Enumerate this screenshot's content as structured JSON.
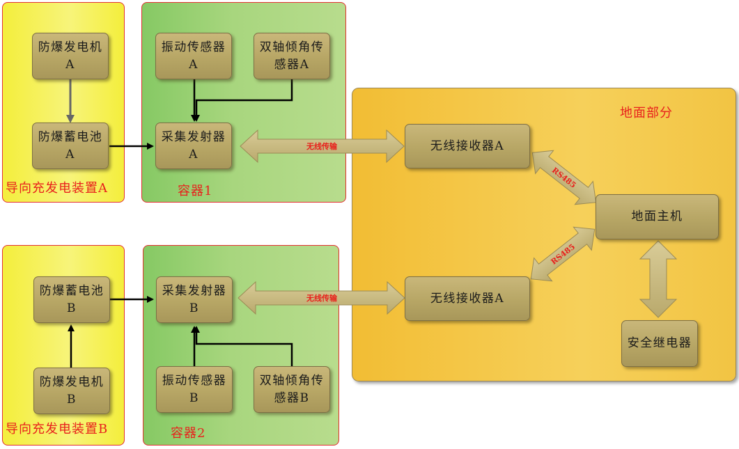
{
  "panels": {
    "charger_a": "导向充发电装置A",
    "container_1": "容器1",
    "charger_b": "导向充发电装置B",
    "container_2": "容器2",
    "ground": "地面部分"
  },
  "nodes": {
    "generator_a": "防爆发电机A",
    "battery_a": "防爆蓄电池A",
    "vibration_a": "振动传感器A",
    "tilt_a": "双轴倾角传感器A",
    "collector_a": "采集发射器A",
    "battery_b": "防爆蓄电池B",
    "generator_b": "防爆发电机B",
    "collector_b": "采集发射器B",
    "vibration_b": "振动传感器B",
    "tilt_b": "双轴倾角传感器B",
    "receiver_top": "无线接收器A",
    "receiver_bottom": "无线接收器A",
    "host": "地面主机",
    "relay": "安全继电器"
  },
  "links": {
    "wireless_top": "无线传输",
    "wireless_bottom": "无线传输",
    "rs485_top": "RS485",
    "rs485_bottom": "RS485"
  }
}
